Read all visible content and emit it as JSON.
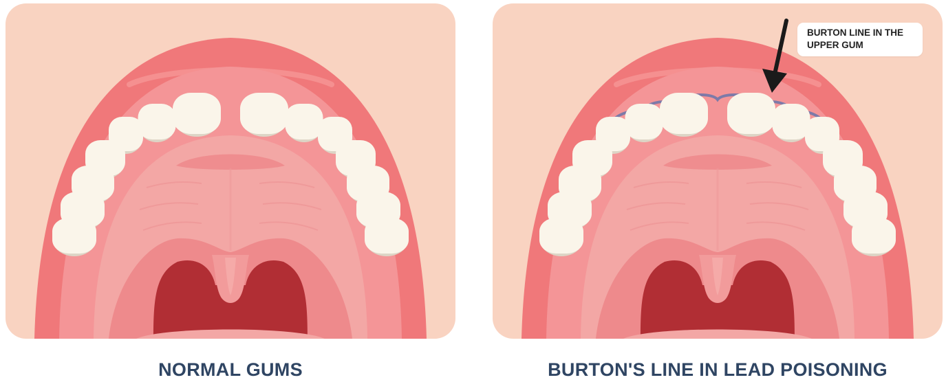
{
  "panels": [
    {
      "caption": "NORMAL GUMS",
      "has_burton_line": false
    },
    {
      "caption": "BURTON'S LINE IN LEAD POISONING",
      "has_burton_line": true
    }
  ],
  "callout": {
    "text": "BURTON LINE IN THE UPPER GUM"
  },
  "colors": {
    "background": "#f9d3c1",
    "lip_outer": "#f0787a",
    "gum": "#f49597",
    "palate": "#f3a7a5",
    "throat": "#b12e34",
    "teeth": "#faf5ea",
    "teeth_shadow": "#ddd5c6",
    "burton_line": "#7d7aa8",
    "caption": "#2f4563"
  }
}
